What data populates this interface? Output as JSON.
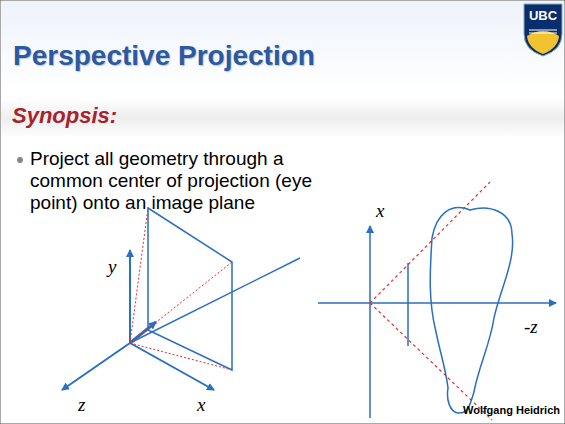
{
  "diagram": {
    "title": "Perspective Projection",
    "labels": [
      "Synopsis:",
      "Project all geometry through a common center of projection (eye point) onto an image plane",
      "y",
      "z",
      "x",
      "x",
      "-z",
      "Wolfgang Heidrich",
      "UBC"
    ]
  }
}
